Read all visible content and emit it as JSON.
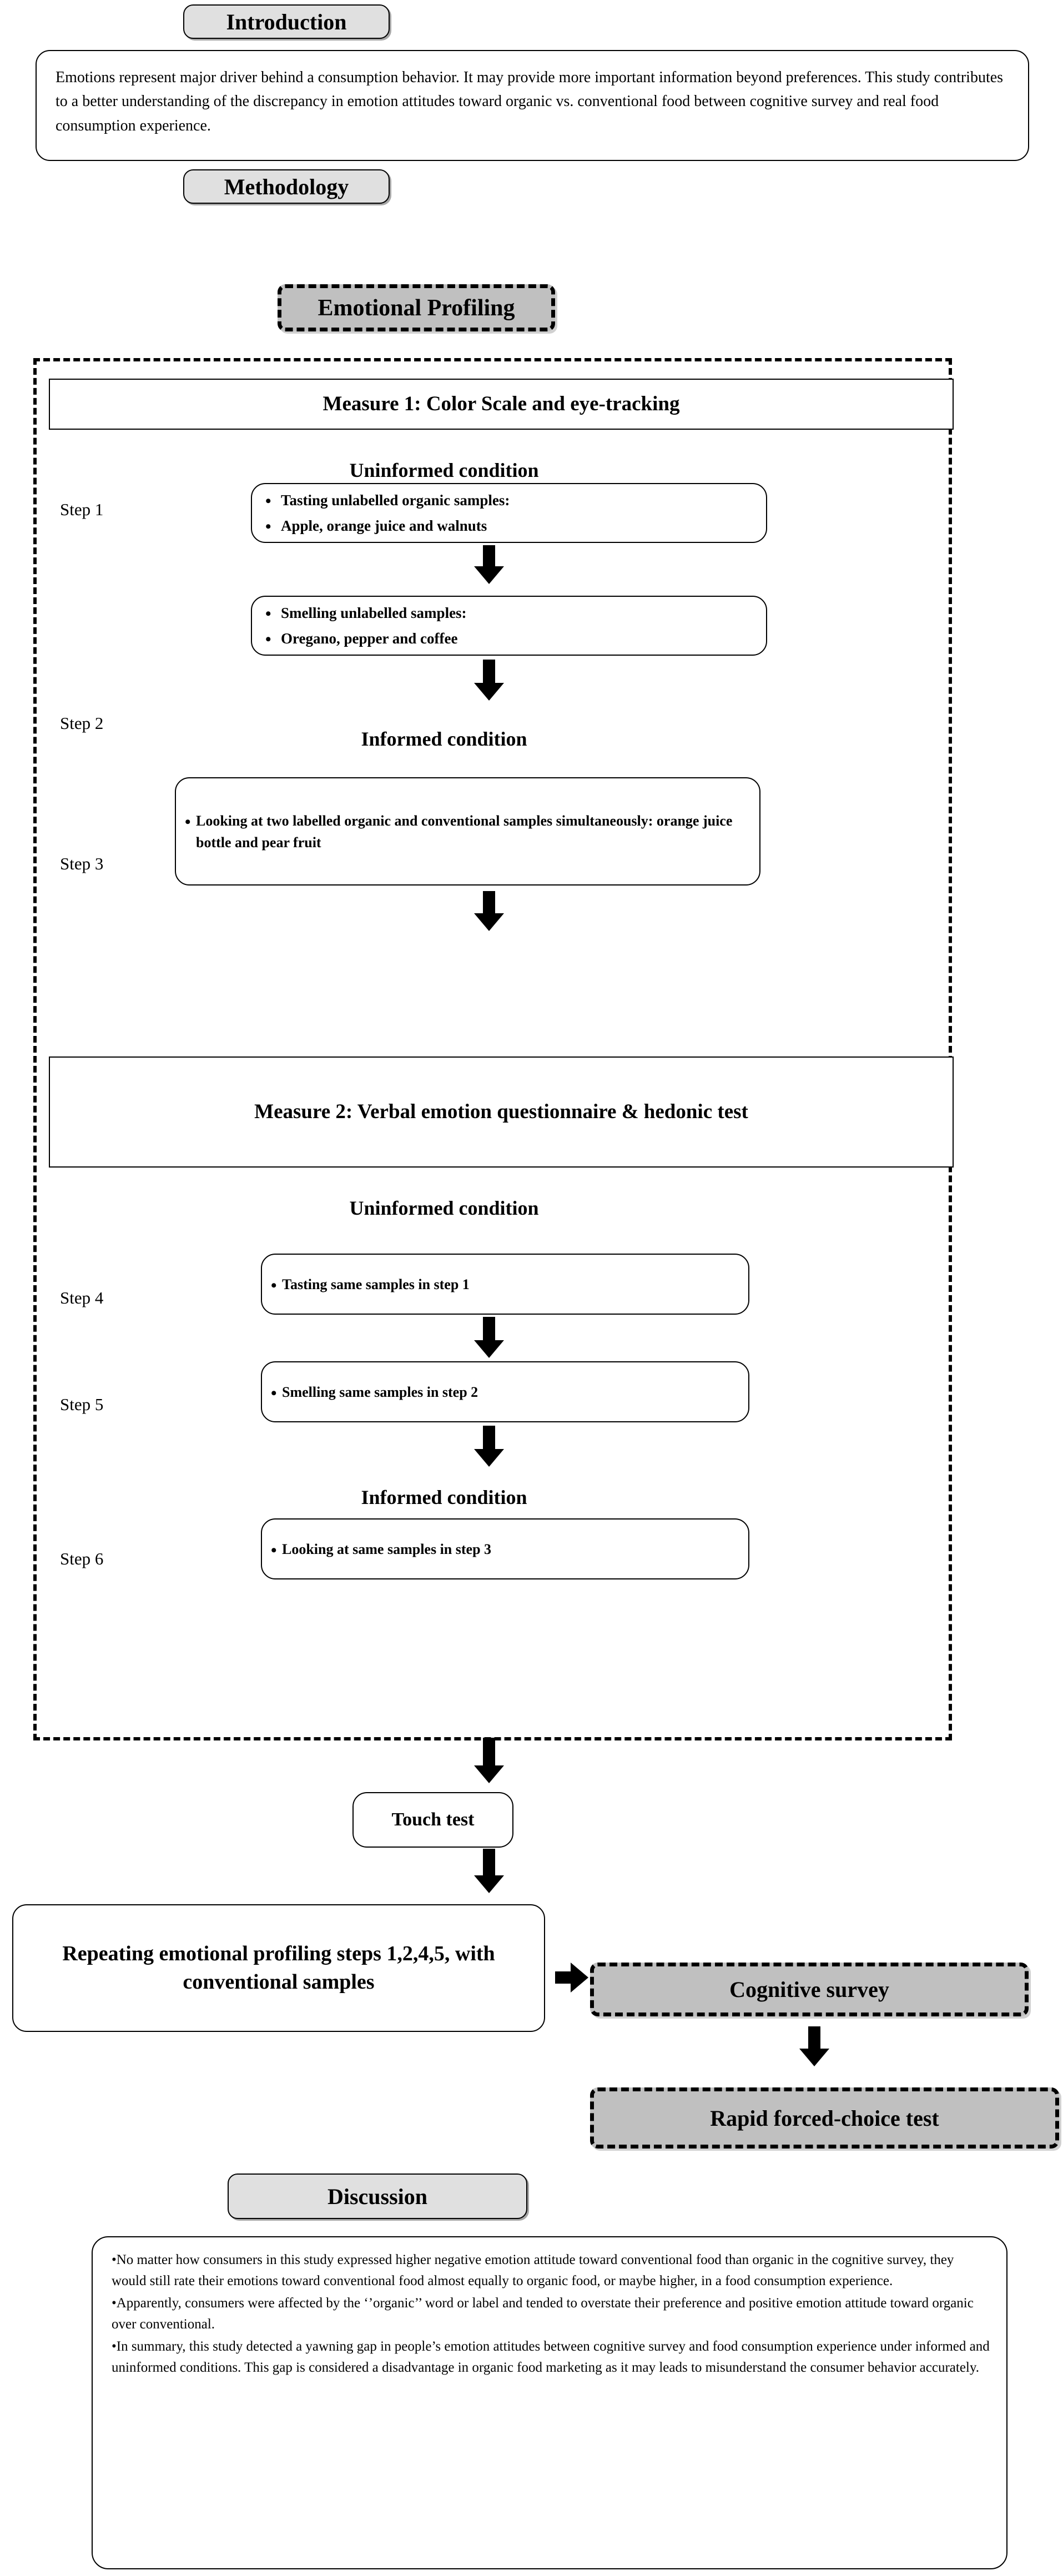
{
  "sections": {
    "introduction": {
      "header": "Introduction",
      "body": "Emotions represent major driver behind a consumption behavior. It may provide more important information beyond preferences. This study contributes to a better understanding of the discrepancy in emotion attitudes toward organic vs. conventional food between cognitive survey and real food consumption experience."
    },
    "methodology": {
      "header": "Methodology",
      "emotional_profiling": "Emotional Profiling"
    },
    "discussion": {
      "header": "Discussion",
      "bullets": [
        "•No matter how consumers in this study expressed higher negative emotion attitude toward conventional food than organic in the cognitive survey, they would still rate their emotions toward conventional food almost equally to organic food, or maybe higher, in a food consumption experience.",
        "•Apparently, consumers were affected by the ‘’organic’’ word or label and tended to overstate their preference and positive emotion attitude toward organic over conventional.",
        "•In summary, this study detected a yawning gap in people’s emotion attitudes between cognitive survey and food consumption experience under informed and uninformed conditions. This gap is considered a disadvantage in organic food marketing as it may leads to misunderstand the consumer behavior accurately."
      ]
    }
  },
  "measures": {
    "measure1": "Measure 1: Color Scale and eye-tracking",
    "measure2": "Measure 2: Verbal emotion questionnaire & hedonic test"
  },
  "conditions": {
    "uninformed": "Uninformed condition",
    "informed": "Informed condition"
  },
  "steps": [
    {
      "label": "Step 1",
      "bullets": [
        "Tasting unlabelled organic samples:",
        "Apple, orange juice and walnuts"
      ]
    },
    {
      "label": "Step 2",
      "bullets": [
        "Smelling unlabelled samples:",
        "Oregano, pepper and coffee"
      ]
    },
    {
      "label": "Step 3",
      "bullets": [
        "Looking at two labelled organic and conventional samples simultaneously: orange juice bottle and pear fruit"
      ]
    },
    {
      "label": "Step 4",
      "bullets": [
        "Tasting  same samples in step 1"
      ]
    },
    {
      "label": "Step 5",
      "bullets": [
        "Smelling same samples in step 2"
      ]
    },
    {
      "label": "Step 6",
      "bullets": [
        "Looking at same samples in step 3"
      ]
    }
  ],
  "flow": {
    "touch_test": "Touch test",
    "repeating": "Repeating emotional profiling steps 1,2,4,5, with conventional samples",
    "cognitive_survey": "Cognitive survey",
    "rapid_test": "Rapid forced-choice test"
  },
  "colors": {
    "pill_fill": "#e0e0e0",
    "emphasis_fill": "#c0c0c0",
    "stroke": "#000000",
    "page_background": "#ffffff"
  }
}
